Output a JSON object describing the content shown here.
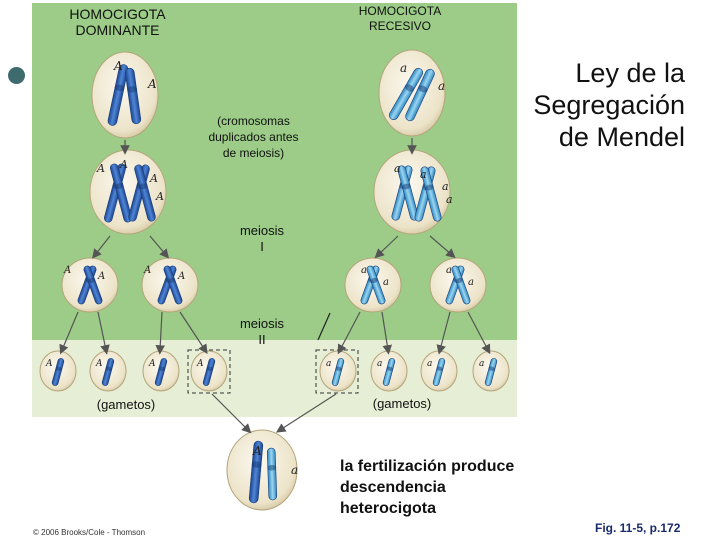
{
  "headers": {
    "dominant": "HOMOCIGOTA\nDOMINANTE",
    "recessive": "HOMOCIGOTA\nRECESIVO"
  },
  "law_title": "Ley de la\nSegregación\nde Mendel",
  "note": "(cromosomas\nduplicados antes\nde meiosis)",
  "meiosis1": "meiosis\nI",
  "meiosis2": "meiosis\nII",
  "gametes_left": "(gametos)",
  "gametes_right": "(gametos)",
  "fertilization": "la fertilización produce\ndescendencia\nheterocigota",
  "copyright": "© 2006 Brooks/Cole - Thomson",
  "figure_ref": "Fig. 11-5, p.172",
  "alleles": {
    "dominant": "A",
    "recessive": "a"
  },
  "colors": {
    "panel_green": "#9ccc87",
    "panel_bottom": "#e6efd6",
    "cell_fill": "#f3eedd",
    "dominant_chromosome": "#2f63b8",
    "recessive_chromosome": "#5fb2e0"
  }
}
